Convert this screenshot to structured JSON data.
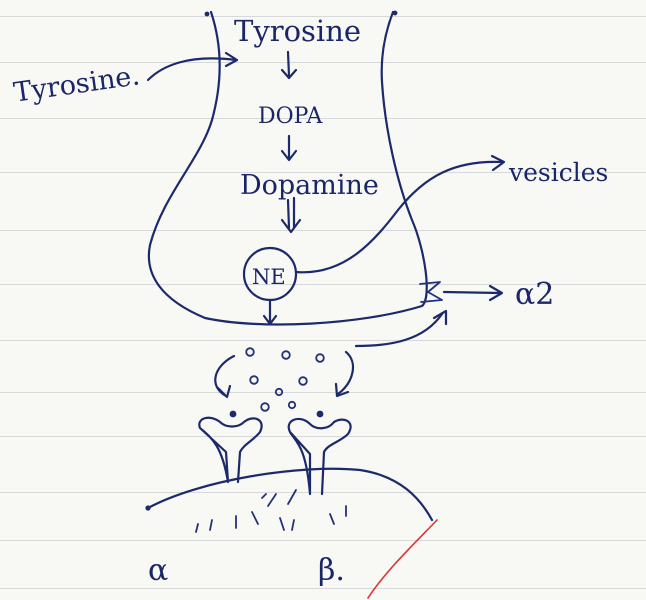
{
  "labels": {
    "tyrosine_inside": "Tyrosine",
    "tyrosine_outside": "Tyrosine.",
    "dopa": "DOPA",
    "dopamine": "Dopamine",
    "ne": "NE",
    "vesicles": "vesicles",
    "alpha2": "α2",
    "alpha": "α",
    "beta": "β."
  }
}
